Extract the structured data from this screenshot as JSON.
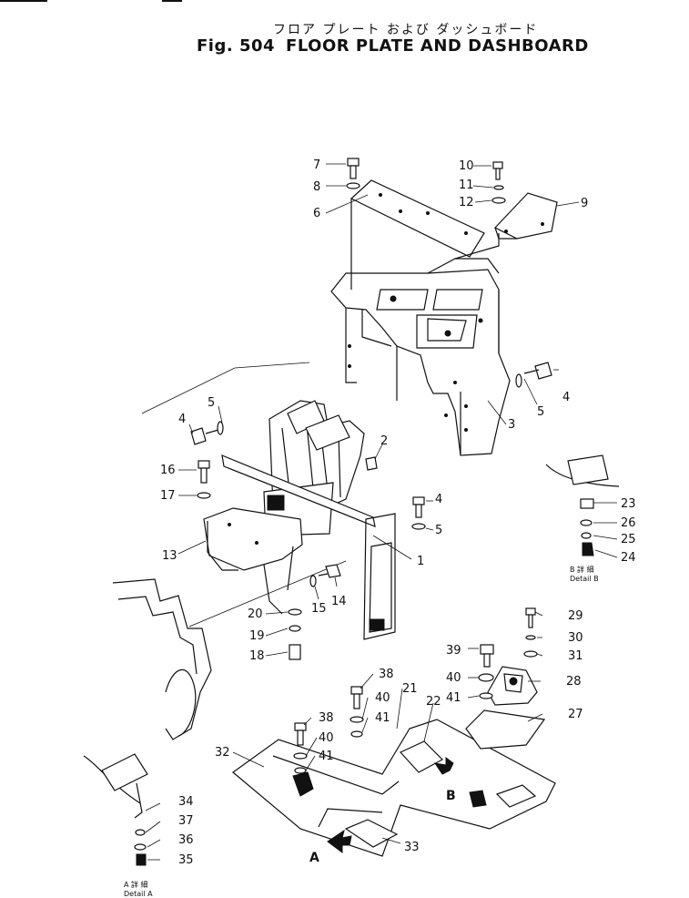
{
  "title": {
    "japanese": "フロア プレート および ダッシュボード",
    "figure_no": "Fig. 504",
    "english": "FLOOR PLATE AND DASHBOARD"
  },
  "part_labels": [
    "1",
    "2",
    "3",
    "4",
    "4",
    "4",
    "5",
    "5",
    "5",
    "6",
    "7",
    "8",
    "9",
    "10",
    "11",
    "12",
    "13",
    "14",
    "15",
    "16",
    "17",
    "18",
    "19",
    "20",
    "21",
    "22",
    "23",
    "24",
    "25",
    "26",
    "27",
    "28",
    "29",
    "30",
    "31",
    "32",
    "33",
    "34",
    "35",
    "36",
    "37",
    "38",
    "38",
    "39",
    "40",
    "40",
    "41",
    "41"
  ],
  "view_arrows": {
    "a": "A",
    "b": "B"
  },
  "details": {
    "a": {
      "jp": "A 詳 細",
      "en": "Detail A"
    },
    "b": {
      "jp": "B 詳 細",
      "en": "Detail B"
    }
  }
}
